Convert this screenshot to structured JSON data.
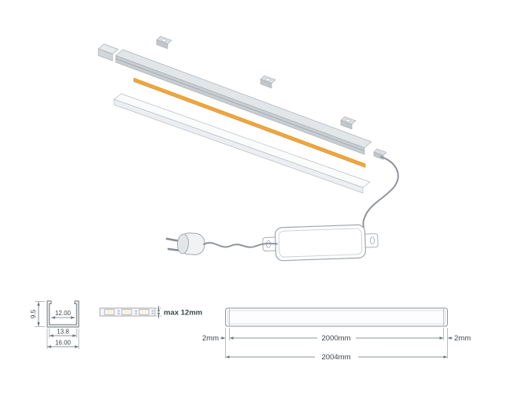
{
  "cross_section": {
    "height_label": "9.5",
    "opening_label": "12.00",
    "inner_label": "13.8",
    "outer_label": "16.00"
  },
  "strip_view": {
    "max_label": "max 12mm"
  },
  "length_view": {
    "left_end": "2mm",
    "middle": "2000mm",
    "right_end": "2mm",
    "total": "2004mm"
  },
  "colors": {
    "led_strip": "#f0a63c",
    "profile_metal": "#c8cdd2",
    "diffuser": "#fafbfb",
    "line": "#6d747a"
  }
}
